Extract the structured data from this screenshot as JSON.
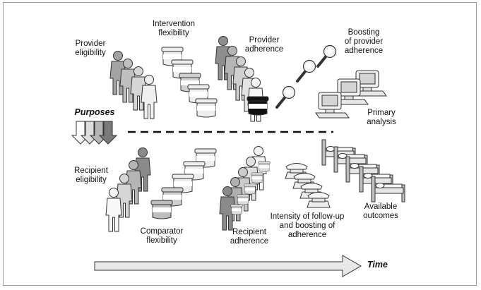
{
  "labels": {
    "provider_eligibility": [
      "Provider",
      "eligibility"
    ],
    "intervention_flexibility": [
      "Intervention",
      "flexibility"
    ],
    "provider_adherence": [
      "Provider",
      "adherence"
    ],
    "boosting_provider_adherence": [
      "Boosting",
      "of provider",
      "adherence"
    ],
    "primary_analysis": [
      "Primary",
      "analysis"
    ],
    "purposes": "Purposes",
    "recipient_eligibility": [
      "Recipient",
      "eligibility"
    ],
    "comparator_flexibility": [
      "Comparator",
      "flexibility"
    ],
    "recipient_adherence": [
      "Recipient",
      "adherence"
    ],
    "follow_up": [
      "Intensity of follow-up",
      "and boosting of",
      "adherence"
    ],
    "available_outcomes": [
      "Available",
      "outcomes"
    ],
    "time": "Time"
  },
  "colors": {
    "dark_figure": "#8a8a8a",
    "mid_figure": "#b0b0b0",
    "light_figure": "#e6e6e6",
    "outline": "#333333",
    "arrow_fill": "#e8e8e8",
    "chevron_dark": "#7a7a7a"
  },
  "icons": [
    "person-icon",
    "pill-jar-icon",
    "magnifier-icon",
    "computer-icon",
    "telephone-icon",
    "bed-icon",
    "down-chevron-icon",
    "time-arrow-icon"
  ]
}
